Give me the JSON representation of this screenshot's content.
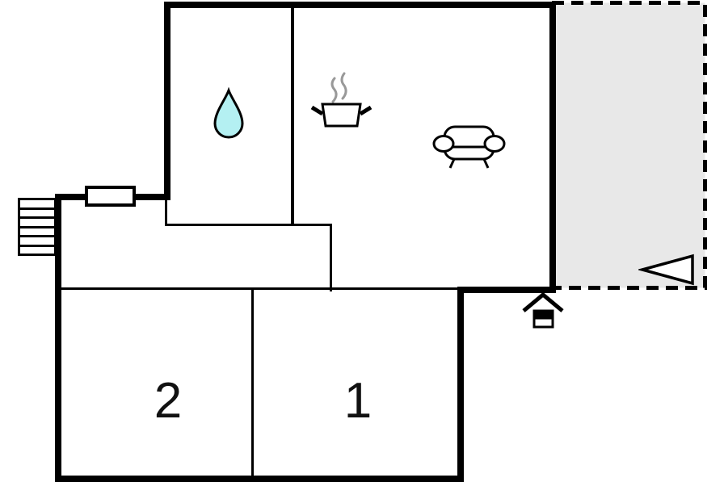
{
  "colors": {
    "wall": "#000000",
    "background": "#ffffff",
    "terrace_fill": "#e8e8e8",
    "drop_fill": "#b4f0f2",
    "steam": "#999999",
    "label_text": "#111111"
  },
  "rooms": [
    {
      "id": "bedroom-2",
      "label": "2"
    },
    {
      "id": "bedroom-1",
      "label": "1"
    }
  ],
  "areas": [
    {
      "name": "bathroom",
      "icon": "water-drop-icon"
    },
    {
      "name": "kitchen",
      "icon": "cooking-pot-icon"
    },
    {
      "name": "living-room",
      "icon": "sofa-icon"
    },
    {
      "name": "terrace",
      "icon": "direction-triangle-icon",
      "outline": "dashed"
    },
    {
      "name": "entry",
      "icon": "stairs-icon"
    },
    {
      "name": "entrance",
      "icon": "house-entrance-icon"
    }
  ],
  "stairs": {
    "steps": 6
  }
}
